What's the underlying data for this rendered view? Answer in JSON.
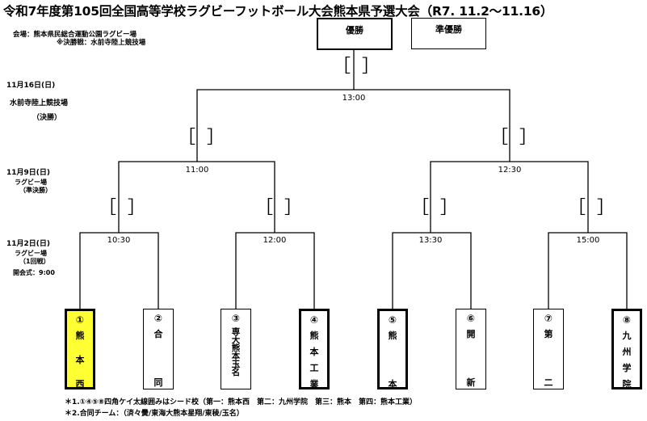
{
  "title": "令和7年度第105回全国高等学校ラグビーフットボール大会熊本県予選大会（R7. 11.2〜11.16）",
  "venue": {
    "line1": "会場：熊本県民総合運動公園ラグビー場",
    "line2": "※決勝戦：水前寺陸上競技場"
  },
  "boxes": {
    "champion": "優勝",
    "runner_up": "準優勝"
  },
  "rounds": {
    "final": {
      "date": "11月16日(日)",
      "venue": "水前寺陸上競技場",
      "stage": "（決勝）",
      "time": "13:00"
    },
    "semi": {
      "date": "11月9日(日)",
      "venue": "ラグビー場",
      "stage": "（準決勝）",
      "times": [
        "11:00",
        "12:30"
      ]
    },
    "first": {
      "date": "11月2日(日)",
      "venue": "ラグビー場",
      "stage": "（1回戦）",
      "opening": "開会式：9:00",
      "times": [
        "10:30",
        "12:00",
        "13:30",
        "15:00"
      ]
    }
  },
  "score_bracket": {
    "open": "［",
    "close": "］"
  },
  "teams": [
    {
      "num": "①",
      "lines": [
        "熊",
        "本",
        "西"
      ],
      "seed": true,
      "highlight": true
    },
    {
      "num": "②",
      "lines": [
        "合",
        "同"
      ],
      "seed": false,
      "highlight": false
    },
    {
      "num": "③",
      "lines": [
        "専大熊本玉名"
      ],
      "seed": false,
      "highlight": false
    },
    {
      "num": "④",
      "lines": [
        "熊",
        "本",
        "工",
        "業"
      ],
      "seed": true,
      "highlight": false
    },
    {
      "num": "⑤",
      "lines": [
        "熊",
        "本"
      ],
      "seed": true,
      "highlight": false
    },
    {
      "num": "⑥",
      "lines": [
        "開",
        "新"
      ],
      "seed": false,
      "highlight": false
    },
    {
      "num": "⑦",
      "lines": [
        "第",
        "二"
      ],
      "seed": false,
      "highlight": false
    },
    {
      "num": "⑧",
      "lines": [
        "九",
        "州",
        "学",
        "院"
      ],
      "seed": true,
      "highlight": false
    }
  ],
  "notes": [
    "＊1.①④⑤⑧四角ケイ太線囲みはシード校（第一：熊本西　第二：九州学院　第三：熊本　第四：熊本工業）",
    "＊2.合同チーム：（済々黌/東海大熊本星翔/東稜/玉名）"
  ]
}
